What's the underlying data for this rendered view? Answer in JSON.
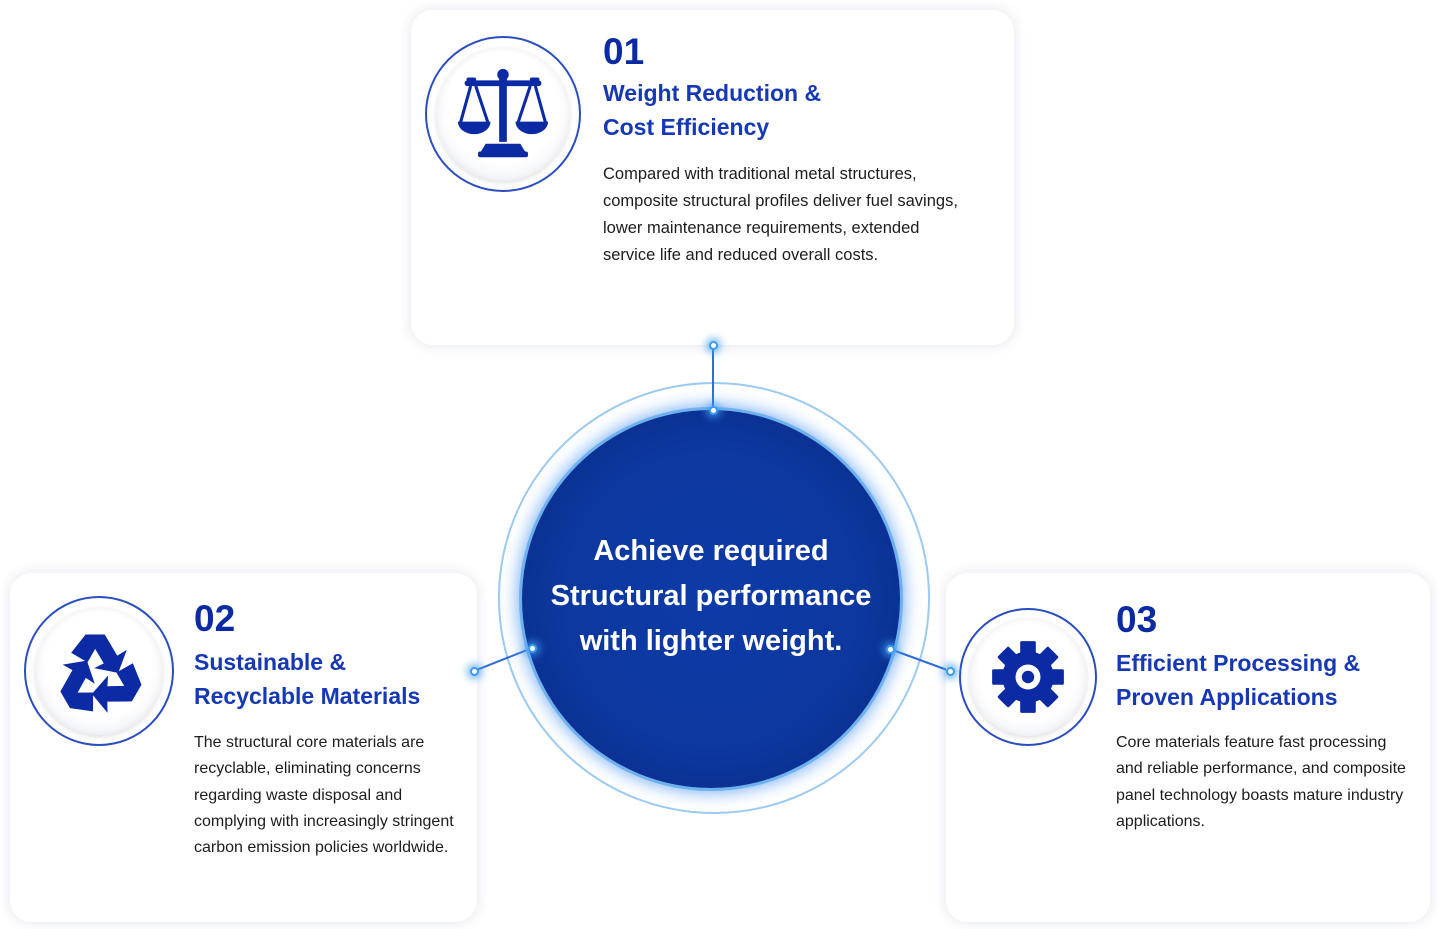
{
  "center": {
    "lines": [
      "Achieve required",
      "Structural performance",
      "with lighter weight."
    ]
  },
  "cards": [
    {
      "number": "01",
      "title_lines": [
        "Weight Reduction &",
        "Cost Efficiency"
      ],
      "description": "Compared with traditional metal structures, composite structural profiles deliver fuel savings, lower maintenance requirements, extended service life and reduced overall costs.",
      "icon": "balance-scale-icon"
    },
    {
      "number": "02",
      "title_lines": [
        "Sustainable &",
        "Recyclable Materials"
      ],
      "description": "The structural core materials are recyclable, eliminating concerns regarding waste disposal and complying with increasingly stringent carbon emission policies worldwide.",
      "icon": "recycle-icon"
    },
    {
      "number": "03",
      "title_lines": [
        "Efficient Processing &",
        "Proven Applications"
      ],
      "description": "Core materials feature fast processing and reliable performance, and composite panel technology boasts mature industry applications.",
      "icon": "gear-icon"
    }
  ],
  "colors": {
    "primary": "#0b2aa3",
    "title": "#1638b4",
    "hub": "#0c389f",
    "connector": "#2f6cd8",
    "glow": "#6fb0ee"
  }
}
